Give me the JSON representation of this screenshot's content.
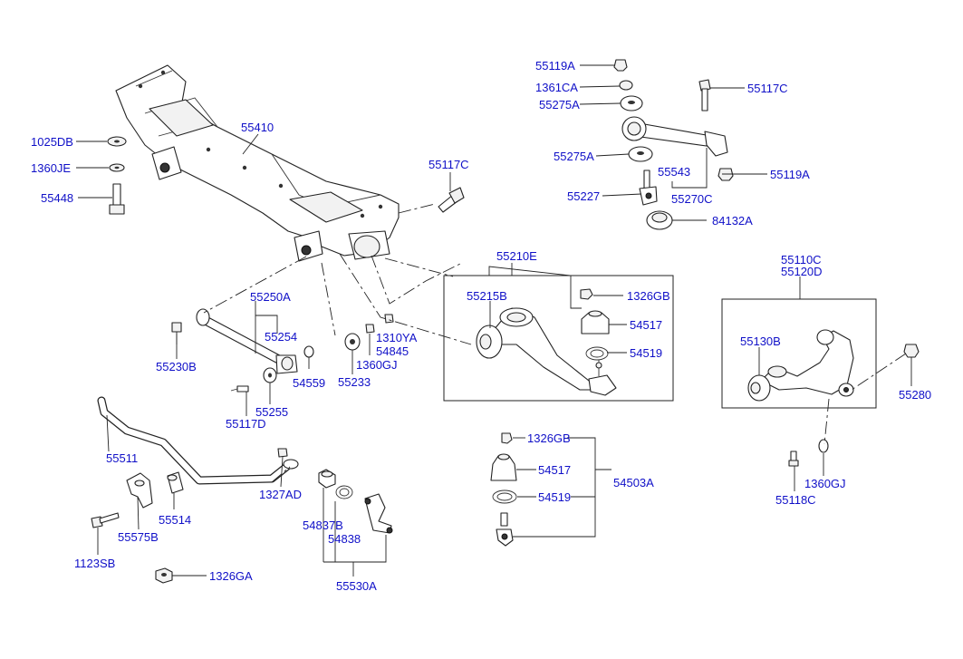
{
  "labels": {
    "p55119A_top": "55119A",
    "p1361CA": "1361CA",
    "p55275A_top": "55275A",
    "p55117C_top": "55117C",
    "p55275A_mid": "55275A",
    "p55543": "55543",
    "p55119A_mid": "55119A",
    "p55227": "55227",
    "p55270C": "55270C",
    "p84132A": "84132A",
    "p1025DB": "1025DB",
    "p1360JE": "1360JE",
    "p55448": "55448",
    "p55410": "55410",
    "p55117C_mid": "55117C",
    "p55210E": "55210E",
    "p55215B": "55215B",
    "p1326GB_top": "1326GB",
    "p54517_top": "54517",
    "p54519_top": "54519",
    "p55250A": "55250A",
    "p55254": "55254",
    "p55230B": "55230B",
    "p54559": "54559",
    "p55233": "55233",
    "p1360GJ_mid": "1360GJ",
    "p1310YA": "1310YA",
    "p54845": "54845",
    "p55255": "55255",
    "p55117D": "55117D",
    "p55110C": "55110C",
    "p55120D": "55120D",
    "p55130B": "55130B",
    "p55280": "55280",
    "p55511": "55511",
    "p1327AD": "1327AD",
    "p55514": "55514",
    "p55575B": "55575B",
    "p1123SB": "1123SB",
    "p1326GA": "1326GA",
    "p54837B": "54837B",
    "p54838": "54838",
    "p55530A": "55530A",
    "p1326GB_bot": "1326GB",
    "p54517_bot": "54517",
    "p54519_bot": "54519",
    "p54503A": "54503A",
    "p1360GJ_right": "1360GJ",
    "p55118C": "55118C"
  },
  "colors": {
    "label": "#1010c8",
    "line": "#222222",
    "background": "#ffffff"
  }
}
